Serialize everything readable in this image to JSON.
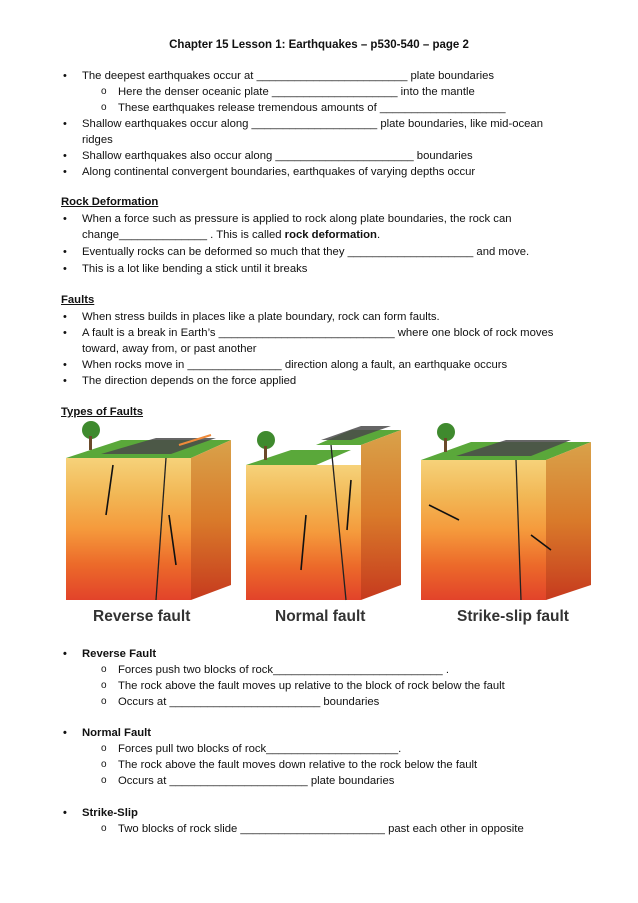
{
  "title": "Chapter 15 Lesson 1: Earthquakes – p530-540 – page 2",
  "lines": [
    "The deepest earthquakes occur at ________________________ plate boundaries",
    "Here the denser oceanic plate ____________________ into the mantle",
    "These earthquakes release tremendous amounts of ____________________",
    "Shallow earthquakes occur along ____________________ plate boundaries, like mid-ocean",
    "ridges",
    "Shallow earthquakes also occur along ______________________ boundaries",
    "Along continental convergent boundaries, earthquakes of varying depths occur"
  ],
  "rock": {
    "heading": "Rock Deformation",
    "l1": "When a force such as pressure is applied to rock along plate boundaries, the rock can",
    "l2a": "change______________ . This is called ",
    "l2b": "rock deformation",
    "l2c": ".",
    "l3": "Eventually rocks can be deformed so much that they ____________________  and move.",
    "l4": "This is a lot like bending a stick until it breaks"
  },
  "faults": {
    "heading": "Faults",
    "l1": "When stress builds in places like a plate boundary, rock can form faults.",
    "l2": "A fault is a break in Earth’s ____________________________ where one block of rock moves",
    "l3": "toward, away from, or past another",
    "l4": "When rocks move in _______________ direction along a fault, an earthquake occurs",
    "l5": "The direction depends on the force applied"
  },
  "types": {
    "heading": "Types of Faults",
    "labels": [
      "Reverse fault",
      "Normal fault",
      "Strike-slip fault"
    ]
  },
  "reverse": {
    "title": "Reverse Fault",
    "l1": "Forces push two blocks of rock___________________________ .",
    "l2": "The rock above the fault moves up relative to the block of rock below the fault",
    "l3": "Occurs at ________________________ boundaries"
  },
  "normal": {
    "title": "Normal Fault",
    "l1": "Forces pull two blocks of rock_____________________.",
    "l2": "The rock above the fault moves down relative to the rock below the fault",
    "l3": "Occurs at ______________________ plate boundaries"
  },
  "strike": {
    "title": "Strike-Slip",
    "l1": "Two blocks of rock slide _______________________ past each other in opposite"
  },
  "colors": {
    "grass": "#5aa83a",
    "road": "#4a4a4a",
    "layer_top": "#f2c46a",
    "layer_mid": "#f5a742",
    "layer_deep": "#ec6a2a",
    "layer_red": "#e2432a"
  }
}
